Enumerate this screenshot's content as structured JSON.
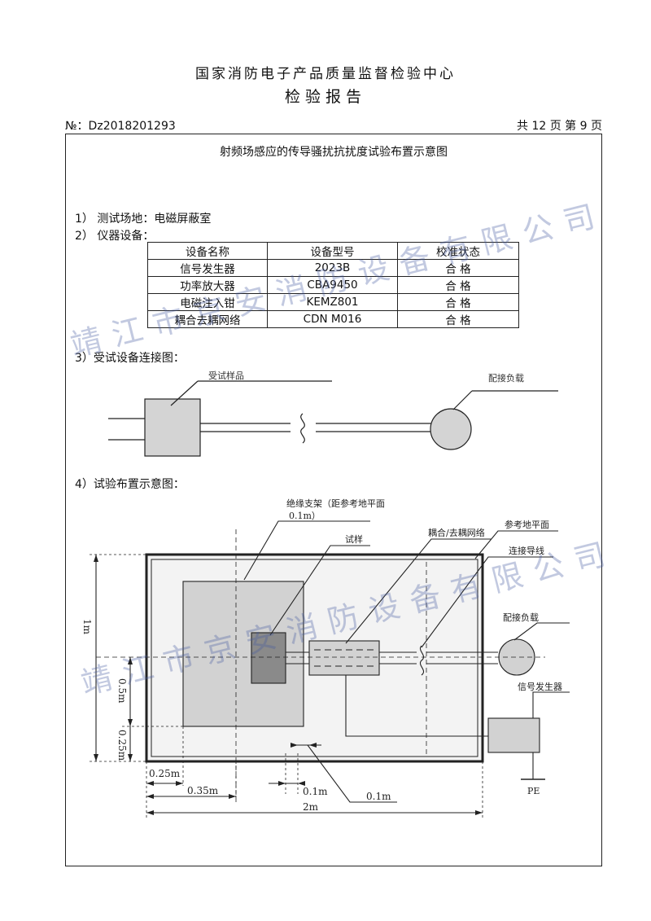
{
  "header": {
    "org_title": "国家消防电子产品质量监督检验中心",
    "doc_title": "检验报告",
    "report_no": "№：Dz2018201293",
    "page_info": "共 12 页    第 9 页"
  },
  "section_title": "射频场感应的传导骚扰抗扰度试验布置示意图",
  "items": {
    "site": "1）  测试场地：电磁屏蔽室",
    "equipment": "2）  仪器设备：",
    "connection": "3）受试设备连接图：",
    "layout": "4）试验布置示意图："
  },
  "equipment_table": {
    "headers": [
      "设备名称",
      "设备型号",
      "校准状态"
    ],
    "rows": [
      [
        "信号发生器",
        "2023B",
        "合 格"
      ],
      [
        "功率放大器",
        "CBA9450",
        "合 格"
      ],
      [
        "电磁注入钳",
        "KEMZ801",
        "合 格"
      ],
      [
        "耦合去耦网络",
        "CDN M016",
        "合 格"
      ]
    ]
  },
  "diagram1": {
    "eut_label": "受试样品",
    "load_label": "配接负载"
  },
  "diagram2": {
    "support_label": "绝缘支架（距参考地平面",
    "support_value": "0.1m）",
    "sample_label": "试样",
    "cdn_label": "耦合/去耦网络",
    "ground_plane_label": "参考地平面",
    "cable_label": "连接导线",
    "load_label": "配接负载",
    "generator_label": "信号发生器",
    "pe_label": "PE",
    "dim_1m": "1m",
    "dim_05m": "0.5m",
    "dim_025m_v": "0.25m",
    "dim_025m_h": "0.25m",
    "dim_035m": "0.35m",
    "dim_01m_a": "0.1m",
    "dim_01m_b": "0.1m",
    "dim_2m": "2m"
  },
  "watermarks": {
    "line1": "靖江市京安消防设备有限公司",
    "line2": "靖江市京安消防设备有限公司"
  }
}
